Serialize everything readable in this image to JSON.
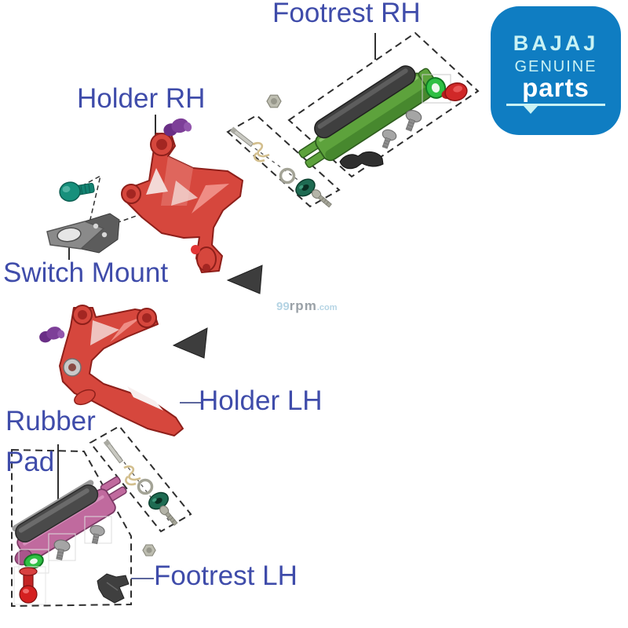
{
  "labels": {
    "footrest_rh": "Footrest RH",
    "holder_rh": "Holder RH",
    "switch_mount": "Switch Mount",
    "holder_lh": "Holder LH",
    "rubber_line1": "Rubber",
    "rubber_line2": "Pad",
    "footrest_lh": "Footrest LH"
  },
  "logo": {
    "brand": "BAJAJ",
    "genuine": "GENUINE",
    "parts": "parts"
  },
  "watermark": {
    "num": "99",
    "rpm": "rpm",
    "com": ".com"
  },
  "colors": {
    "label_blue": "#3f4caa",
    "logo_blue": "#0f7dc2",
    "logo_text_light": "#c9f2f4",
    "logo_text_white": "#ffffff",
    "footrest_green": "#5da23c",
    "footrest_pink": "#c06a9e",
    "holder_red": "#d6473d",
    "pad_dark": "#3f3f3f",
    "switch_gray": "#8a8a8a",
    "teal_bolt": "#17907c",
    "purple_bolt": "#7d3f98",
    "oring_green": "#2fbf44",
    "grommet_green": "#1e6b52",
    "clip_beige": "#d3bf8e",
    "bolt_gray": "#a5a5a5",
    "rivet_red": "#d42020",
    "clamp_black": "#2f2f2f",
    "arrow_black": "#3d3d3d",
    "dash_black": "#2e2e2e",
    "watermark_blue": "#b5d4e4",
    "watermark_gray": "#9aa1a7"
  }
}
